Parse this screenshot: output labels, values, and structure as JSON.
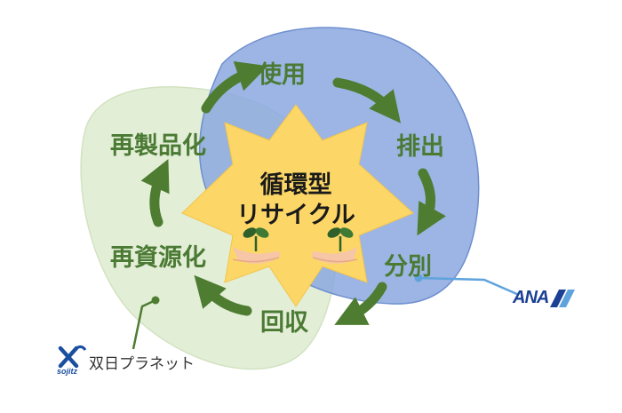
{
  "center": {
    "line1": "循環型",
    "line2": "リサイクル"
  },
  "cycle": {
    "use": "使用",
    "discharge": "排出",
    "sort": "分別",
    "collect": "回収",
    "recycle_material": "再資源化",
    "remanufacture": "再製品化"
  },
  "partners": {
    "ana": {
      "logo_text": "ANA"
    },
    "sojitz": {
      "logo_mark_text": "sojitz",
      "name": "双日プラネット"
    }
  },
  "colors": {
    "green_blob": "#e3eed7",
    "blue_blob": "#8ba8df",
    "star": "#fcd767",
    "arrow_green": "#4e7d32",
    "label_green": "#4a7a33",
    "ana_blue": "#1a3f94",
    "leader_blue": "#5fa3dd",
    "leader_green": "#4e7d32"
  }
}
